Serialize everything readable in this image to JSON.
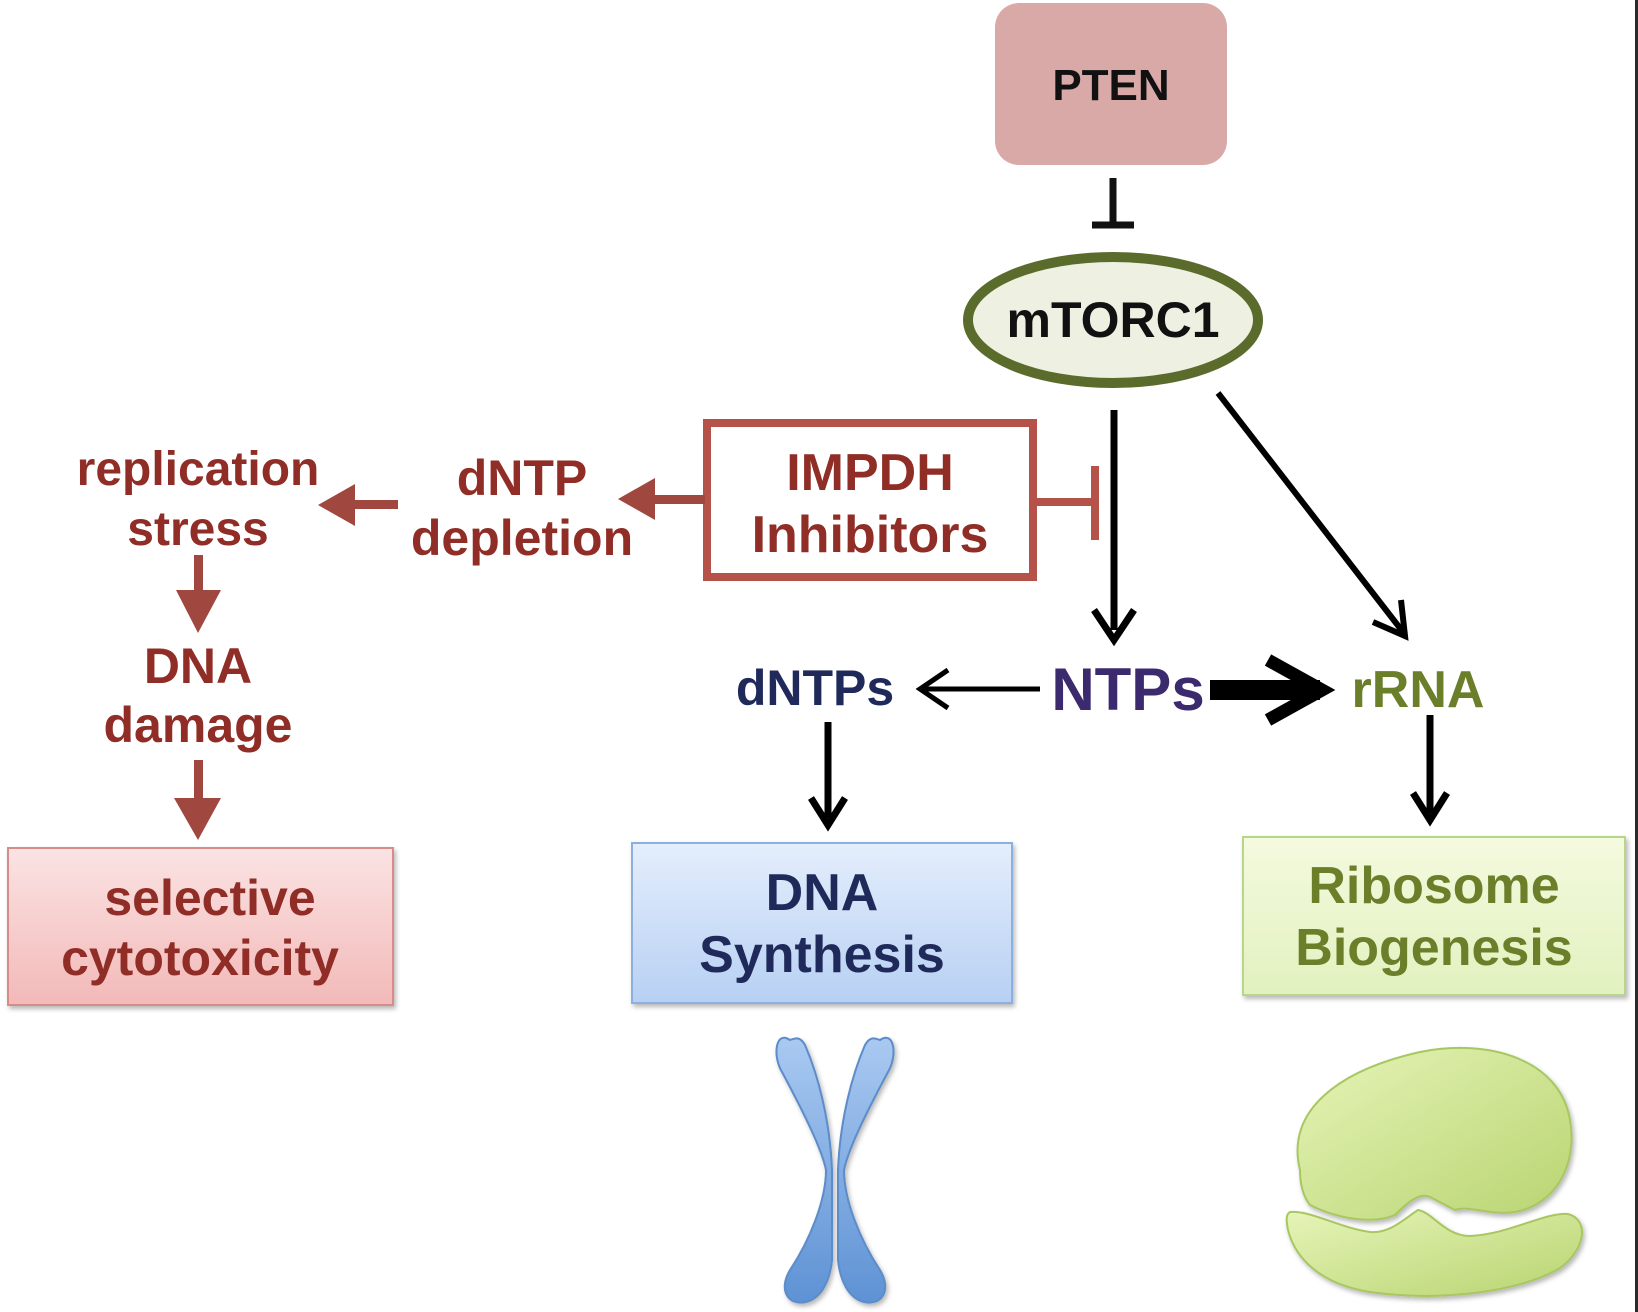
{
  "diagram": {
    "title": "mTORC1 / IMPDH nucleotide pathway",
    "nodes": {
      "pten": {
        "label": "PTEN",
        "color": "#d9a9a7",
        "text_color": "#111111"
      },
      "mtorc1": {
        "label": "mTORC1",
        "stroke": "#5a6b2b",
        "fill": "#eef0e2",
        "text_color": "#111111"
      },
      "impdh": {
        "line1": "IMPDH",
        "line2": "Inhibitors",
        "stroke": "#b5524a",
        "text_color": "#8f2d26"
      },
      "dntp_depletion": {
        "line1": "dNTP",
        "line2": "depletion"
      },
      "replication_stress": {
        "line1": "replication",
        "line2": "stress"
      },
      "dna_damage": {
        "line1": "DNA",
        "line2": "damage"
      },
      "selective_cytotoxicity": {
        "line1": "selective",
        "line2": "cytotoxicity"
      },
      "ntps": {
        "label": "NTPs",
        "color": "#3c2a6e"
      },
      "dntps": {
        "label": "dNTPs",
        "color": "#1f2a5a"
      },
      "rrna": {
        "label": "rRNA",
        "color": "#6b7f2a"
      },
      "dna_synthesis": {
        "line1": "DNA",
        "line2": "Synthesis",
        "text_color": "#1f2a5a"
      },
      "ribosome_biogenesis": {
        "line1": "Ribosome",
        "line2": "Biogenesis",
        "text_color": "#6b7f2a"
      }
    },
    "edges": [
      {
        "from": "PTEN",
        "to": "mTORC1",
        "type": "inhibits"
      },
      {
        "from": "mTORC1",
        "to": "NTPs",
        "type": "activates"
      },
      {
        "from": "mTORC1",
        "to": "rRNA",
        "type": "activates"
      },
      {
        "from": "IMPDH Inhibitors",
        "to": "NTPs",
        "type": "inhibits"
      },
      {
        "from": "IMPDH Inhibitors",
        "to": "dNTP depletion",
        "type": "causes"
      },
      {
        "from": "dNTP depletion",
        "to": "replication stress",
        "type": "causes"
      },
      {
        "from": "replication stress",
        "to": "DNA damage",
        "type": "causes"
      },
      {
        "from": "DNA damage",
        "to": "selective cytotoxicity",
        "type": "causes"
      },
      {
        "from": "NTPs",
        "to": "dNTPs",
        "type": "converts"
      },
      {
        "from": "NTPs",
        "to": "rRNA",
        "type": "converts-major"
      },
      {
        "from": "dNTPs",
        "to": "DNA Synthesis",
        "type": "leads-to"
      },
      {
        "from": "rRNA",
        "to": "Ribosome Biogenesis",
        "type": "leads-to"
      }
    ],
    "colors": {
      "pathway_red": "#a0473f",
      "black_arrow": "#000000",
      "chromosome": "#6f9fd8",
      "ribosome": "#c3dc8a"
    },
    "icons": {
      "chromosome": "chromosome-icon",
      "ribosome": "ribosome-icon"
    }
  }
}
